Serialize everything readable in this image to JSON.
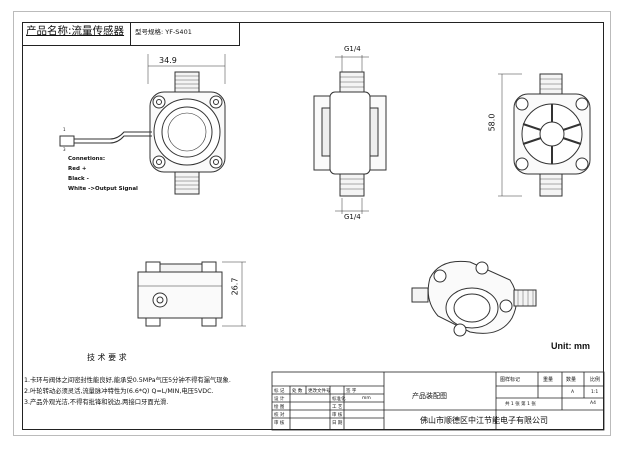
{
  "header": {
    "product_name": "产品名称:流量传感器",
    "model": "型号规格: YF-S401"
  },
  "dimensions": {
    "width": "34.9",
    "height": "58.0",
    "thickness": "26.7",
    "thread_top": "G1/4",
    "thread_bottom": "G1/4"
  },
  "connections": {
    "title": "Connetions:",
    "red": "Red +",
    "black": "Black -",
    "white": "White ->Output Signal",
    "pin_1": "1",
    "pin_3": "3"
  },
  "unit": "Unit: mm",
  "tech": {
    "title": "技 术 要 求",
    "lines": [
      "1.卡环与阀体之间密封性能良好,能承受0.5MPa气压5分钟不得有漏气现象.",
      "2.叶轮转动必须灵活,流量脉冲特性为(6.6*Q) Q=L/MIN,电压5VDC.",
      "3.产品外观光洁,不得有批锋和锐边,两接口牙面光滑."
    ]
  },
  "title_block": {
    "mark": "标 记",
    "count": "处 数",
    "change_doc": "更改文件号",
    "sign": "签 字",
    "design": "设 计",
    "draw": "绘 图",
    "check": "校 对",
    "approve": "审 核",
    "std": "标准化",
    "process": "工 艺",
    "review": "审 核",
    "date": "日 期",
    "unit_mm": "mm",
    "drawing_name": "产品装配图",
    "stage_mark": "图样标记",
    "weight": "重量",
    "qty": "数量",
    "scale": "比例",
    "stage_val": "A",
    "scale_val": "1:1",
    "sheet": "共 1 张   第 1 张",
    "size": "A4",
    "company": "佛山市顺德区中江节能电子有限公司"
  }
}
